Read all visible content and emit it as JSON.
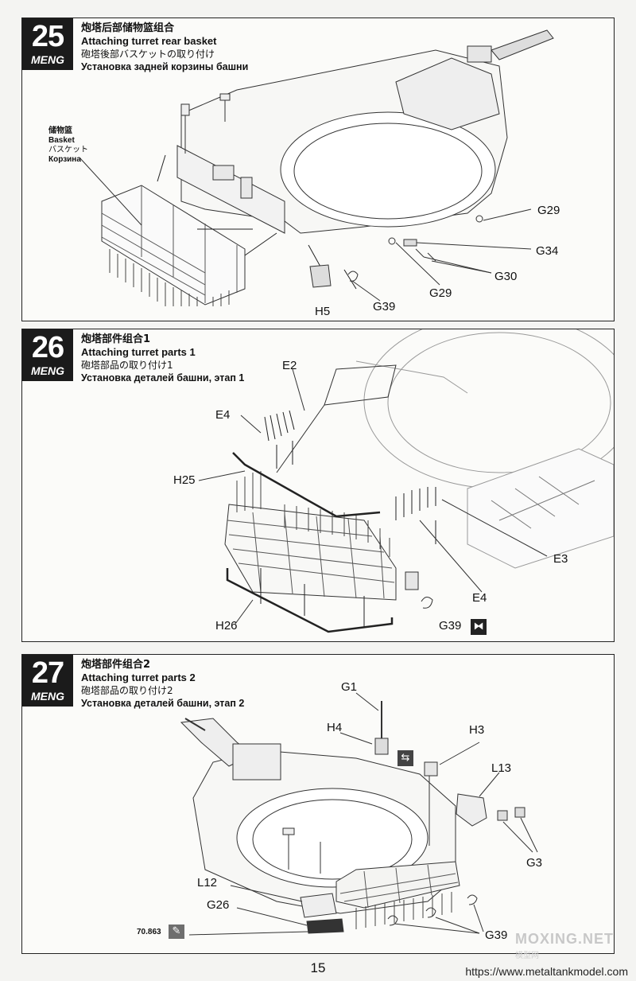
{
  "steps": [
    {
      "number": "25",
      "brand": "MENG",
      "title_zh": "炮塔后部储物篮组合",
      "title_en": "Attaching turret rear basket",
      "title_ja": "砲塔後部バスケットの取り付け",
      "title_ru": "Установка задней корзины башни",
      "callout": {
        "zh": "储物篮",
        "en": "Basket",
        "ja": "バスケット",
        "ru": "Корзина"
      },
      "parts": [
        "G29",
        "G34",
        "G30",
        "G29",
        "G39",
        "H5"
      ]
    },
    {
      "number": "26",
      "brand": "MENG",
      "title_zh": "炮塔部件组合1",
      "title_en": "Attaching turret parts 1",
      "title_ja": "砲塔部品の取り付け1",
      "title_ru": "Установка деталей башни, этап 1",
      "parts": [
        "E2",
        "E4",
        "H25",
        "E3",
        "E4",
        "H26",
        "G39"
      ]
    },
    {
      "number": "27",
      "brand": "MENG",
      "title_zh": "炮塔部件组合2",
      "title_en": "Attaching turret parts 2",
      "title_ja": "砲塔部品の取り付け2",
      "title_ru": "Установка деталей башни, этап 2",
      "parts": [
        "G1",
        "H4",
        "H3",
        "L13",
        "G3",
        "L12",
        "G26",
        "G39"
      ],
      "paint_code": "70.863"
    }
  ],
  "page_number": "15",
  "url": "https://www.metaltankmodel.com",
  "watermark": "MOXING.NET",
  "watermark_sub": "模型网"
}
